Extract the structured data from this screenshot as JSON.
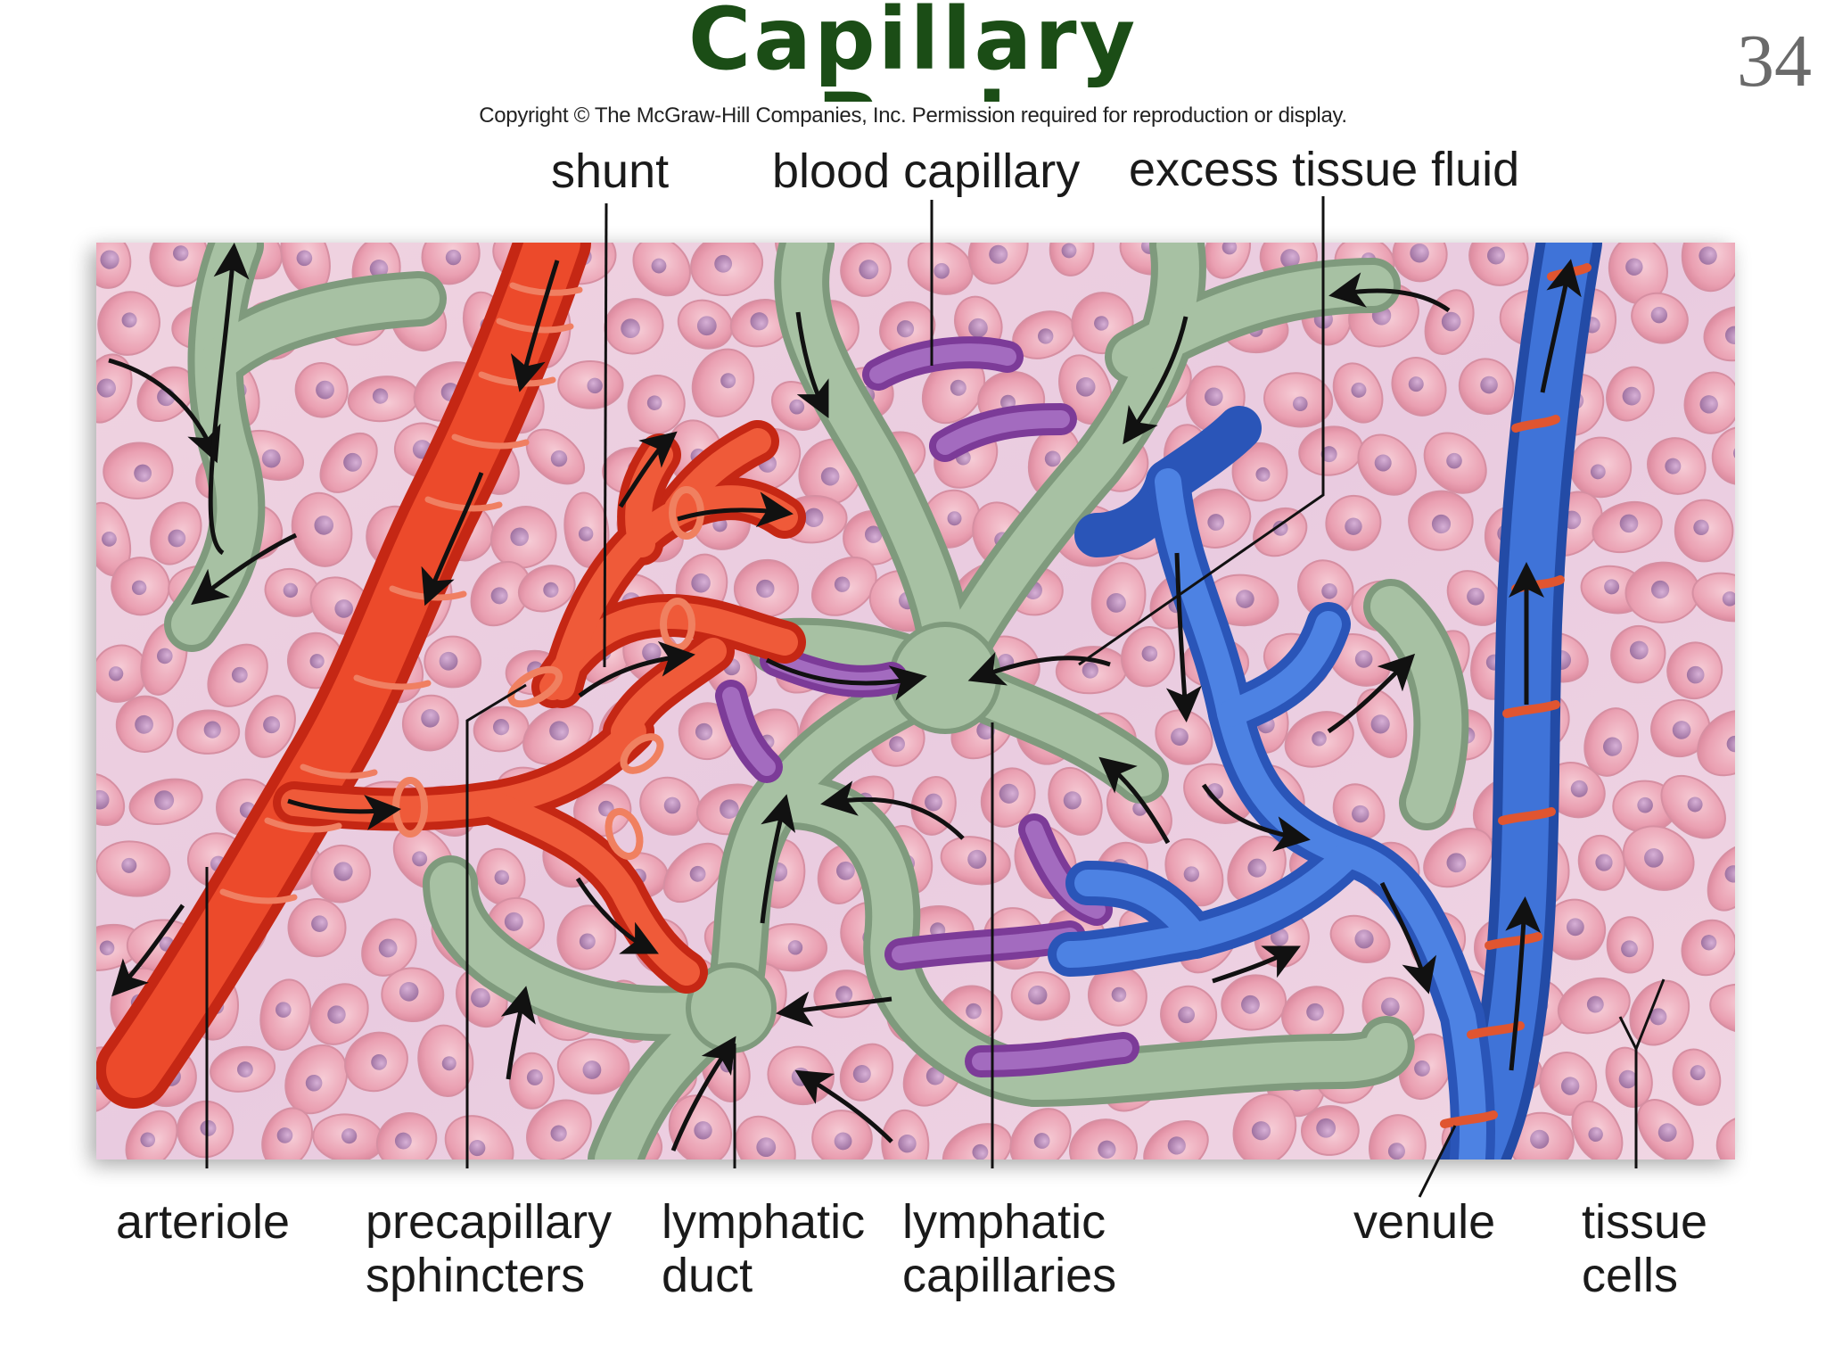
{
  "slide": {
    "title_line1": "Capillary",
    "title_line2": "Bed",
    "number": "34",
    "copyright": "Copyright © The McGraw-Hill Companies, Inc. Permission required for reproduction or display."
  },
  "labels": {
    "shunt": "shunt",
    "blood_capillary": "blood capillary",
    "excess_tissue_fluid": "excess tissue fluid",
    "arteriole": "arteriole",
    "precapillary_sphincters": [
      "precapillary",
      "sphincters"
    ],
    "lymphatic_duct": [
      "lymphatic",
      "duct"
    ],
    "lymphatic_capillaries": [
      "lymphatic",
      "capillaries"
    ],
    "venule": "venule",
    "tissue_cells": [
      "tissue",
      "cells"
    ]
  },
  "colors": {
    "title": "#1b4d16",
    "arteriole": "#e4391f",
    "venule": "#2f5fc6",
    "capillary": "#8b4aa8",
    "lymphatic": "#9db79a",
    "tissue_background": "#ecc8d8",
    "tissue_cell": "#eaa3b3",
    "cell_nucleus": "#b889b8"
  }
}
